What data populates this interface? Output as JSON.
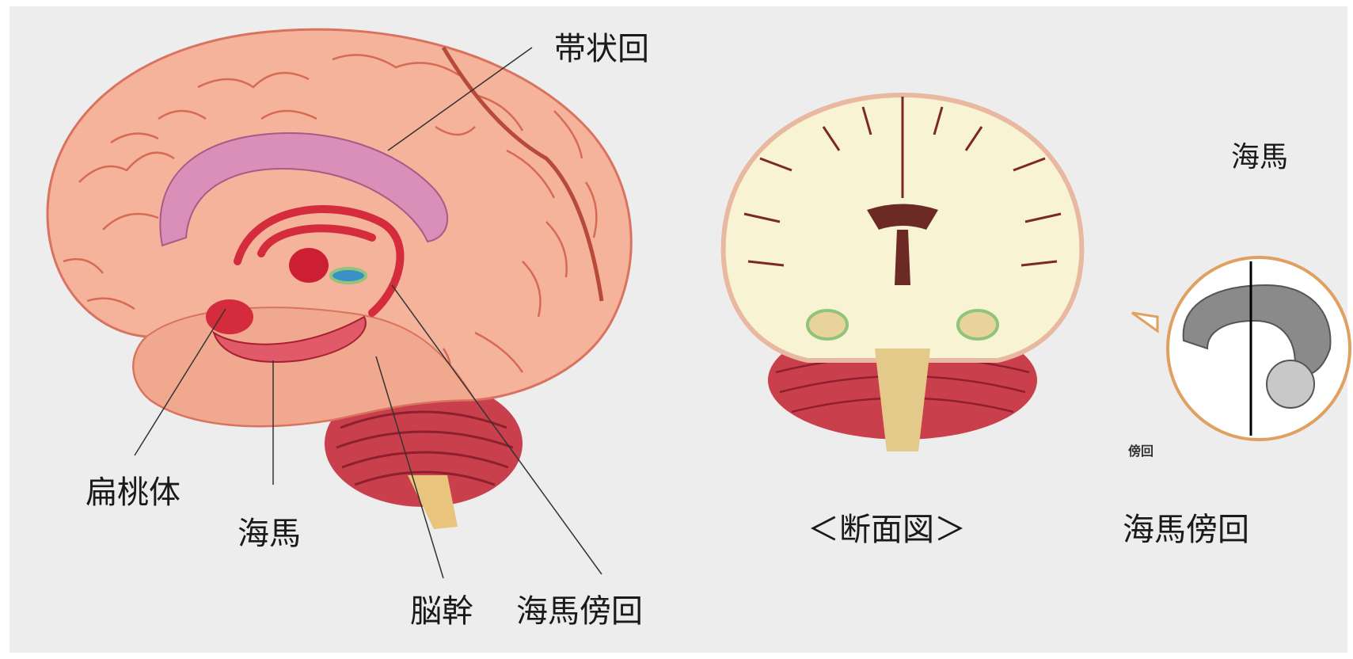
{
  "labels": {
    "cingulate": "帯状回",
    "amygdala": "扁桃体",
    "hippocampus_left": "海馬",
    "brainstem": "脳幹",
    "parahippocampal_left": "海馬傍回",
    "cross_section": "＜断面図＞",
    "hippocampus_right": "海馬",
    "parahippocampal_right": "海馬傍回",
    "inset_small": "傍回"
  },
  "colors": {
    "background": "#ededed",
    "cortex": "#f4b39a",
    "cortex_dark": "#d9735f",
    "limbic_pink": "#d98fb8",
    "limbic_red": "#d42c3c",
    "cerebellum": "#c9404c",
    "white_matter": "#f8f3d2",
    "brainstem": "#e3c98a",
    "inset_border": "#e0a060",
    "inset_gray": "#8a8a8a"
  }
}
